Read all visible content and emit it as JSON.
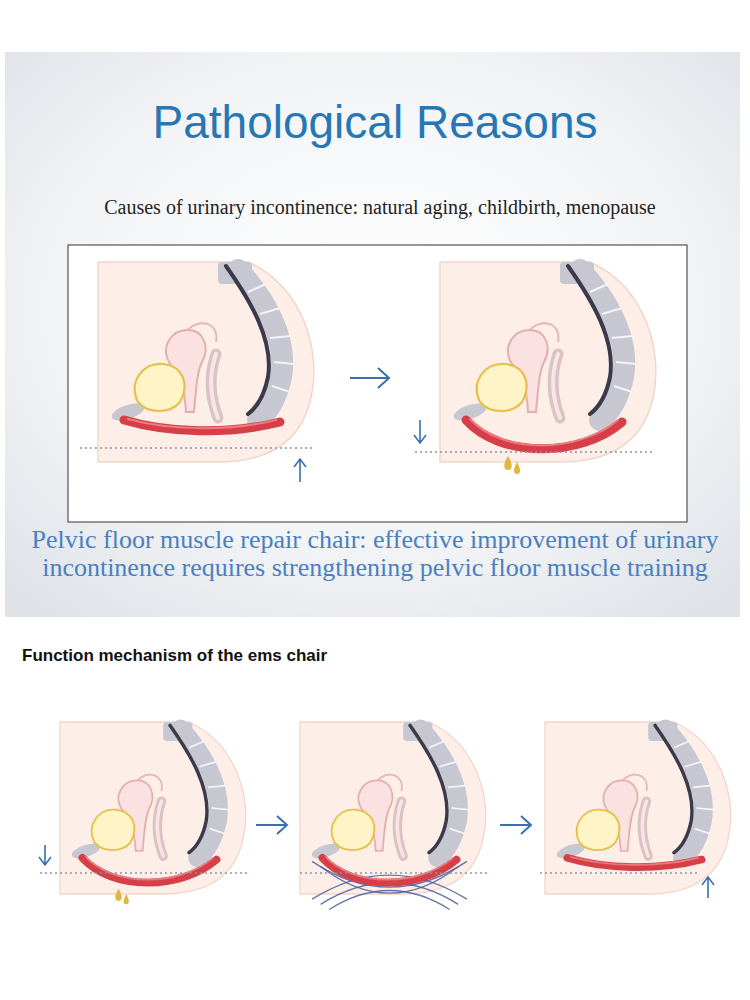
{
  "diagram": {
    "title": "Pathological Reasons",
    "labels": [
      "Causes of urinary incontinence: natural aging, childbirth, menopause",
      "Pelvic floor muscle repair chair: effective improvement of urinary incontinence requires strengthening pelvic floor muscle training",
      "Function mechanism of the ems chair"
    ]
  }
}
